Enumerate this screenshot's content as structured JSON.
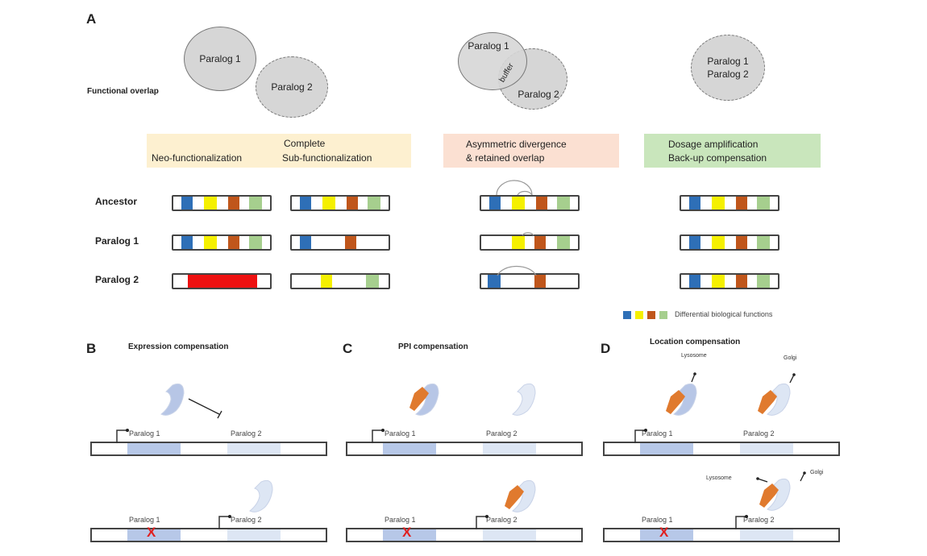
{
  "panels": {
    "A": {
      "letter": "A",
      "functional_overlap_label": "Functional overlap",
      "circles": {
        "paralog1": "Paralog 1",
        "paralog2": "Paralog 2",
        "buffer": "buffer",
        "merged_line1": "Paralog 1",
        "merged_line2": "Paralog 2"
      },
      "boxes": {
        "complete": "Complete",
        "neo": "Neo-functionalization",
        "sub": "Sub-functionalization",
        "asym_line1": "Asymmetric divergence",
        "asym_line2": "& retained overlap",
        "dosage_line1": "Dosage amplification",
        "dosage_line2": "Back-up compensation"
      },
      "row_labels": [
        "Ancestor",
        "Paralog 1",
        "Paralog 2"
      ],
      "legend": "Differential biological functions",
      "colors": {
        "blue": "#2e6fb7",
        "yellow": "#f5f000",
        "brown": "#c0561b",
        "green": "#a6cf8e",
        "red": "#ee1111",
        "box_yellow": "#fdf0d0",
        "box_pink": "#fbe0d2",
        "box_green": "#c9e6bc"
      }
    },
    "B": {
      "letter": "B",
      "title": "Expression compensation"
    },
    "C": {
      "letter": "C",
      "title": "PPI compensation"
    },
    "D": {
      "letter": "D",
      "title": "Location compensation",
      "lysosome": "Lysosome",
      "golgi": "Golgi"
    },
    "gene_labels": {
      "p1": "Paralog 1",
      "p2": "Paralog 2"
    },
    "knockout_mark": "X"
  }
}
